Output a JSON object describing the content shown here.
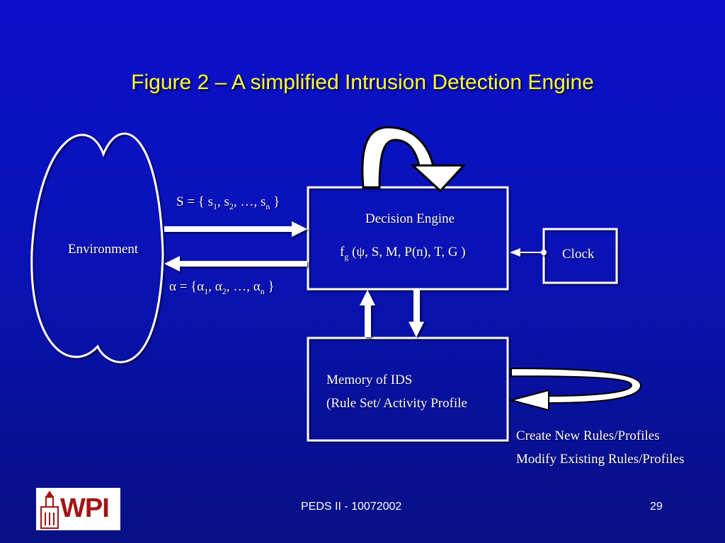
{
  "title": "Figure 2 – A simplified Intrusion Detection Engine",
  "environment": {
    "label": "Environment"
  },
  "signals": {
    "s_prefix": "S = { s",
    "s_sub1": "1",
    "s_sep1": ", s",
    "s_sub2": "2",
    "s_sep2": ", …, s",
    "s_subn": "n",
    "s_suffix": " }",
    "a_prefix": "α = {α",
    "a_sub1": "1",
    "a_sep1": ", α",
    "a_sub2": "2",
    "a_sep2": ", …, α",
    "a_subn": "n",
    "a_suffix": " }"
  },
  "decision_engine": {
    "label": "Decision Engine",
    "func_f": "f",
    "func_sub": "g",
    "func_args": " (ψ, S, M, P(n), T, G )"
  },
  "clock": {
    "label": "Clock"
  },
  "memory": {
    "line1": "Memory of IDS",
    "line2": "(Rule Set/ Activity Profile"
  },
  "actions": {
    "line1": "Create New Rules/Profiles",
    "line2": "Modify Existing Rules/Profiles"
  },
  "footer": {
    "center": "PEDS II - 10072002",
    "page": "29",
    "logo_text": "WPI"
  },
  "colors": {
    "background": "#0b10c9",
    "title": "#ffff33",
    "foreground": "#ffffff",
    "logo_red": "#a21515"
  }
}
